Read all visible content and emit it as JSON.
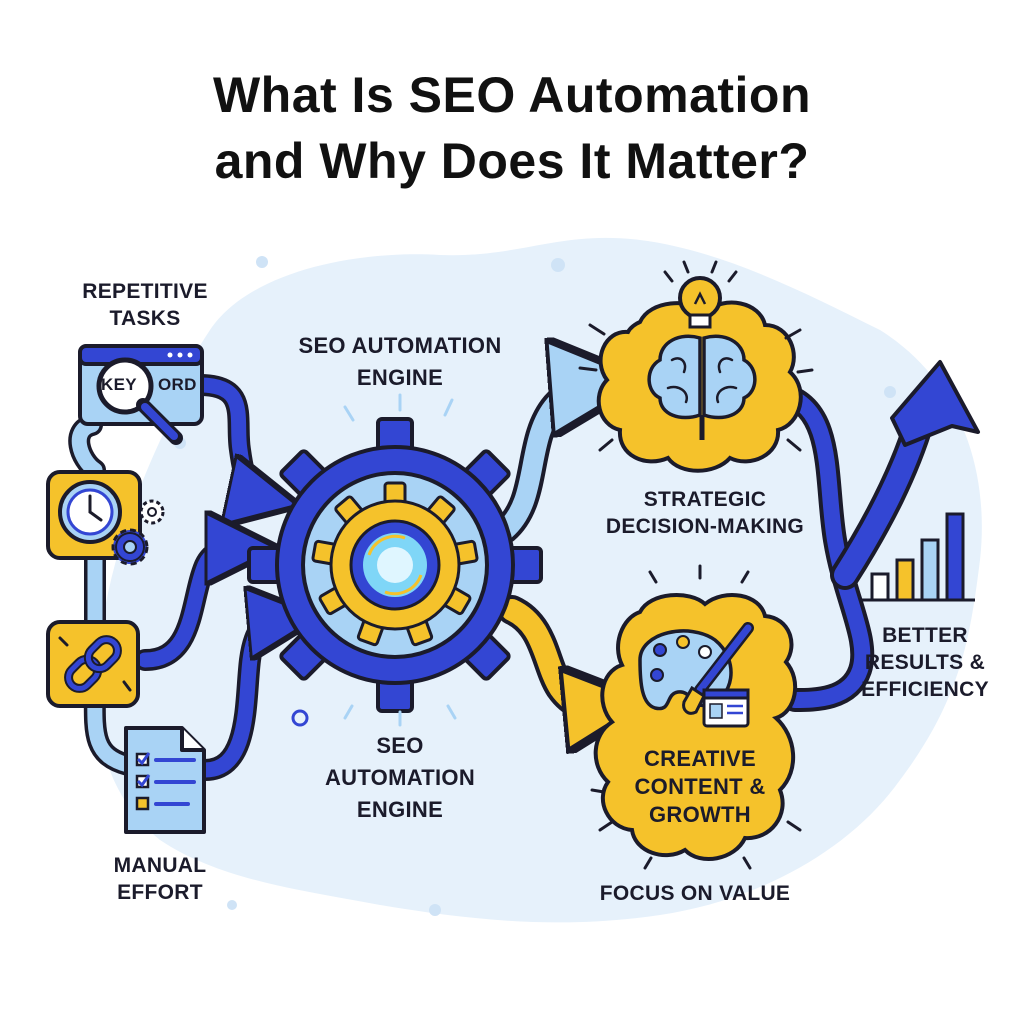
{
  "title": {
    "line1": "What Is SEO Automation",
    "line2": "and Why Does It Matter?"
  },
  "labels": {
    "repetitive_tasks": [
      "REPETITIVE",
      "TASKS"
    ],
    "engine_top": [
      "SEO AUTOMATION",
      "ENGINE"
    ],
    "engine_bottom": [
      "SEO",
      "AUTOMATION",
      "ENGINE"
    ],
    "manual_effort": [
      "MANUAL",
      "EFFORT"
    ],
    "strategic": [
      "STRATEGIC",
      "DECISION-MAKING"
    ],
    "creative": [
      "CREATIVE",
      "CONTENT &",
      "GROWTH"
    ],
    "focus": [
      "FOCUS ON VALUE"
    ],
    "better": [
      "BETTER",
      "RESULTS &",
      "EFFICIENCY"
    ]
  },
  "keyword_card": {
    "left_text": "KEY",
    "right_text": "ORD"
  },
  "icons": [
    "search-icon",
    "clock-icon",
    "gear-icon",
    "link-icon",
    "checklist-icon",
    "lightbulb-icon",
    "brain-icon",
    "palette-icon",
    "paintbrush-icon",
    "bar-chart-icon",
    "trend-arrow-icon"
  ],
  "colors": {
    "blue": "#3346d3",
    "light_blue": "#a9d3f5",
    "yellow": "#f5c22b",
    "ink": "#1b1b2b",
    "blob": "#e6f1fb"
  }
}
